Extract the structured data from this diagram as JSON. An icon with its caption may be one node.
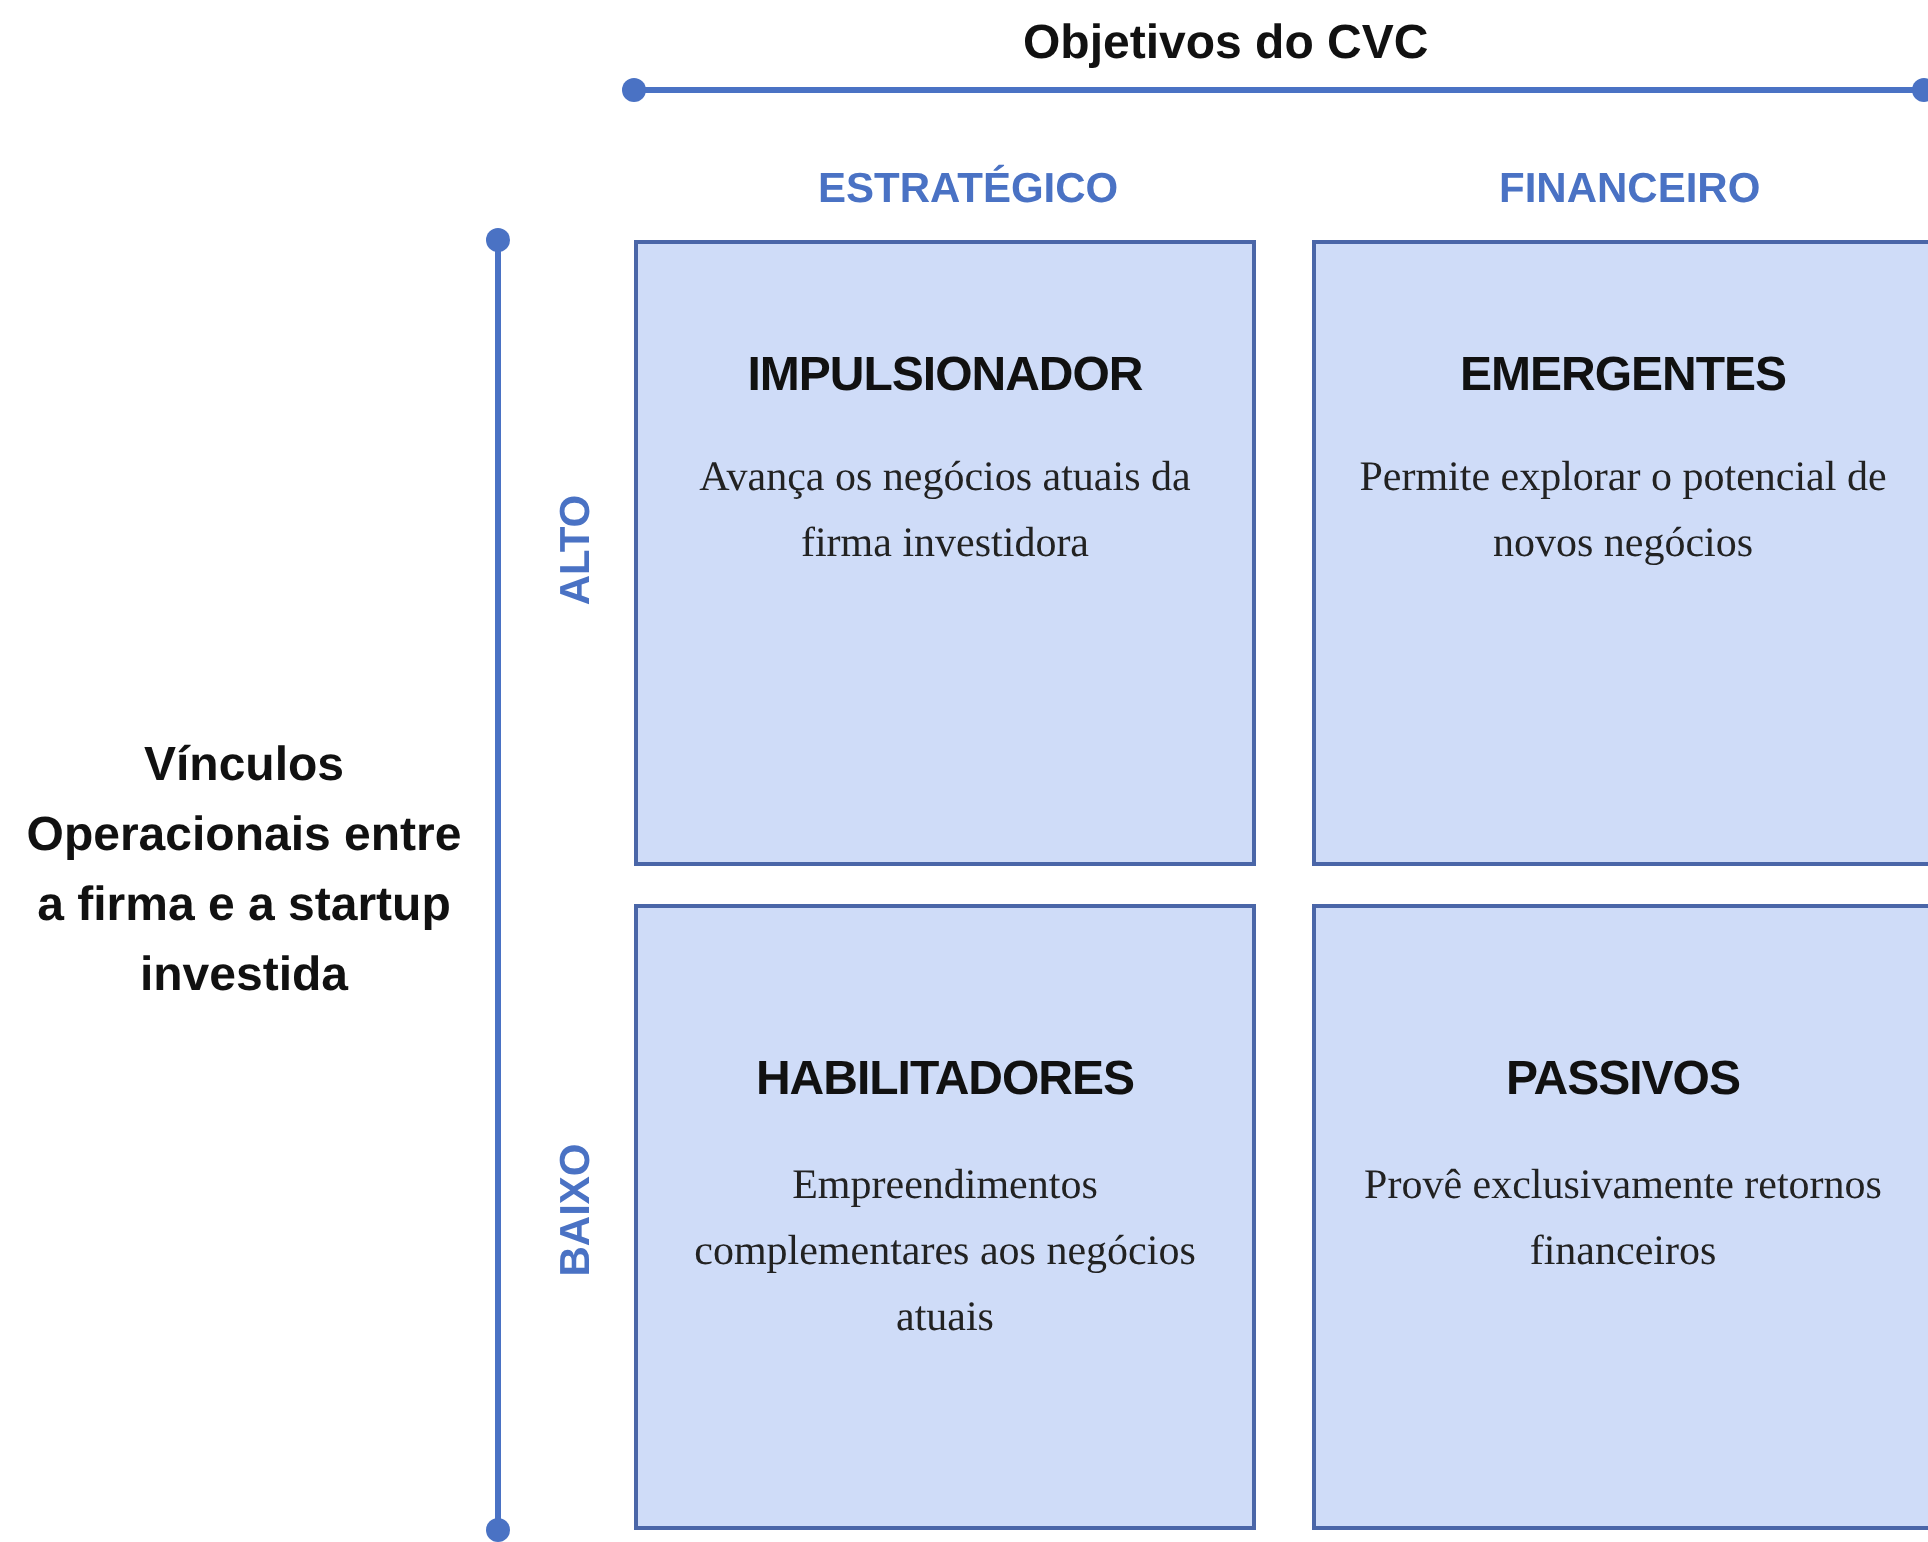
{
  "diagram": {
    "nodes": [
      {
        "text": [
          "IMPULSIONADOR",
          "Avança os negócios atuais da firma investidora"
        ]
      },
      {
        "text": [
          "EMERGENTES",
          "Permite explorar o potencial de novos negócios"
        ]
      },
      {
        "text": [
          "HABILITADORES",
          "Empreendimentos complementares aos negócios atuais"
        ]
      },
      {
        "text": [
          "PASSIVOS",
          "Provê exclusivamente retornos financeiros"
        ]
      }
    ],
    "labels": [
      "Objetivos do CVC",
      "ESTRATÉGICO",
      "FINANCEIRO",
      "Vínculos Operacionais entre a firma e a startup investida",
      "ALTO",
      "BAIXO"
    ]
  }
}
